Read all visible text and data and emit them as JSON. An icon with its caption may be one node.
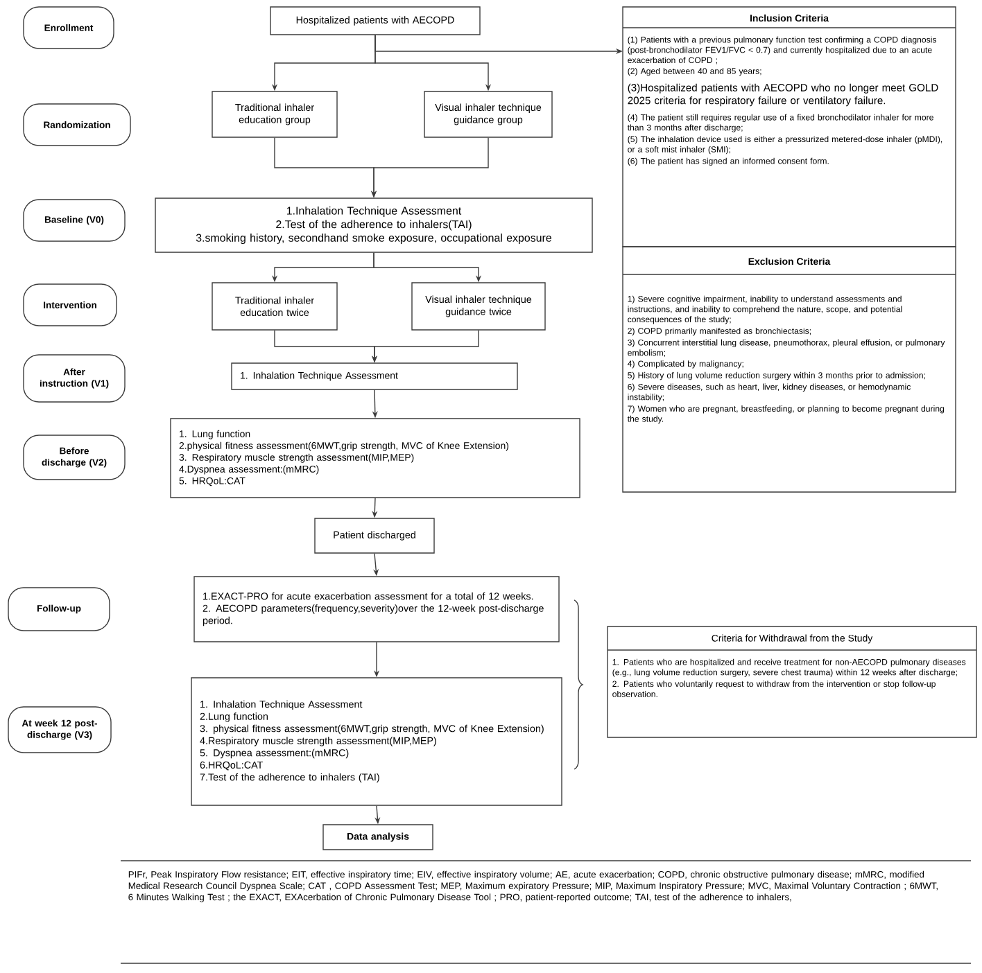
{
  "diagram": {
    "nodes": [
      {
        "text": [
          "Enrollment"
        ]
      },
      {
        "text": [
          "Hospitalized patients with AECOPD"
        ]
      },
      {
        "text": [
          "Randomization"
        ]
      },
      {
        "text": [
          "Traditional inhaler education group"
        ]
      },
      {
        "text": [
          "Visual inhaler technique guidance group"
        ]
      },
      {
        "text": [
          "Baseline (V0)"
        ]
      },
      {
        "text": [
          "1.Inhalation Technique Assessment",
          "2.Test of the adherence to inhalers(TAI)",
          "3.smoking history, secondhand smoke exposure, occupational exposure"
        ]
      },
      {
        "text": [
          "Intervention"
        ]
      },
      {
        "text": [
          "Traditional inhaler education twice"
        ]
      },
      {
        "text": [
          "Visual inhaler technique guidance twice"
        ]
      },
      {
        "text": [
          "After instruction (V1)"
        ]
      },
      {
        "text": [
          "1. Inhalation Technique Assessment"
        ]
      },
      {
        "text": [
          "Before discharge (V2)"
        ]
      },
      {
        "text": [
          "1. Lung function",
          "2.physical fitness assessment(6MWT,grip strength, MVC of Knee Extension)",
          "3. Respiratory muscle strength assessment(MIP,MEP)",
          "4.Dyspnea assessment:(mMRC)",
          "5. HRQoL:CAT"
        ]
      },
      {
        "text": [
          "Patient discharged"
        ]
      },
      {
        "text": [
          "Follow-up"
        ]
      },
      {
        "text": [
          "1.EXACT-PRO for acute exacerbation assessment for a total of 12 weeks.",
          "2. AECOPD parameters(frequency,severity)over the 12-week post-discharge period."
        ]
      },
      {
        "text": [
          "At week 12 post-discharge (V3)"
        ]
      },
      {
        "text": [
          "1. Inhalation Technique Assessment",
          "2.Lung function",
          "3. physical fitness assessment(6MWT,grip strength, MVC of Knee Extension)",
          "4.Respiratory muscle strength assessment(MIP,MEP)",
          "5. Dyspnea assessment:(mMRC)",
          "6.HRQoL:CAT",
          "7.Test of the adherence to inhalers (TAI)"
        ]
      },
      {
        "text": [
          "Data analysis"
        ]
      },
      {
        "text": [
          "Inclusion Criteria",
          "(1) Patients with a previous pulmonary function test confirming a COPD diagnosis (post-bronchodilator FEV1/FVC < 0.7) and currently hospitalized due to an acute exacerbation of COPD ;",
          "(2) Aged between 40 and 85 years;",
          "(3)Hospitalized patients with AECOPD who no longer meet GOLD 2025 criteria for respiratory failure or ventilatory failure.",
          "(4) The patient still requires regular use of a fixed bronchodilator inhaler for more than 3 months after discharge;",
          "(5) The inhalation device used is either a pressurized metered-dose inhaler (pMDI), or a soft mist inhaler (SMI);",
          "(6) The patient has signed an informed consent form."
        ]
      },
      {
        "text": [
          "Exclusion Criteria",
          "1) Severe cognitive impairment, inability to understand assessments and instructions, and inability to comprehend the nature, scope, and potential consequences of the study;",
          "2) COPD primarily manifested as bronchiectasis;",
          "3) Concurrent interstitial lung disease, pneumothorax, pleural effusion, or pulmonary embolism;",
          "4) Complicated by malignancy;",
          "5) History of lung volume reduction surgery within 3 months prior to admission;",
          "6) Severe diseases, such as heart, liver, kidney diseases, or hemodynamic instability;",
          "7)  Women who are pregnant, breastfeeding, or planning to become pregnant during the study."
        ]
      },
      {
        "text": [
          "Criteria for Withdrawal from the Study",
          "1. Patients who are hospitalized and receive treatment for non-AECOPD pulmonary diseases (e.g., lung volume reduction surgery, severe chest trauma) within 12 weeks after discharge;",
          "2. Patients who voluntarily request to withdraw from the intervention or stop follow-up observation."
        ]
      }
    ],
    "edges": [
      {
        "from": 1,
        "to": 3,
        "arrow": "to"
      },
      {
        "from": 1,
        "to": 4,
        "arrow": "to"
      },
      {
        "from": 1,
        "to": 20,
        "arrow": "to"
      },
      {
        "from": 3,
        "to": 6,
        "arrow": "to"
      },
      {
        "from": 4,
        "to": 6,
        "arrow": "to"
      },
      {
        "from": 6,
        "to": 8,
        "arrow": "to"
      },
      {
        "from": 6,
        "to": 9,
        "arrow": "to"
      },
      {
        "from": 8,
        "to": 11,
        "arrow": "to"
      },
      {
        "from": 9,
        "to": 11,
        "arrow": "to"
      },
      {
        "from": 11,
        "to": 13,
        "arrow": "to"
      },
      {
        "from": 13,
        "to": 14,
        "arrow": "to"
      },
      {
        "from": 14,
        "to": 16,
        "arrow": "to"
      },
      {
        "from": 16,
        "to": 18,
        "arrow": "to"
      },
      {
        "from": 18,
        "to": 19,
        "arrow": "to"
      }
    ],
    "labels": [
      "PIFr, Peak Inspiratory Flow resistance; EIT, effective inspiratory time; EIV, effective inspiratory volume; AE, acute exacerbation; COPD, chronic obstructive pulmonary disease; mMRC, modified Medical Research Council Dyspnea Scale; CAT , COPD Assessment Test; MEP, Maximum expiratory Pressure; MIP, Maximum Inspiratory Pressure; MVC, Maximal Voluntary Contraction ; 6MWT, 6 Minutes Walking Test ; the EXACT, EXAcerbation of Chronic Pulmonary Disease Tool ; PRO, patient-reported outcome; TAI, test of the adherence to inhalers,"
    ]
  }
}
